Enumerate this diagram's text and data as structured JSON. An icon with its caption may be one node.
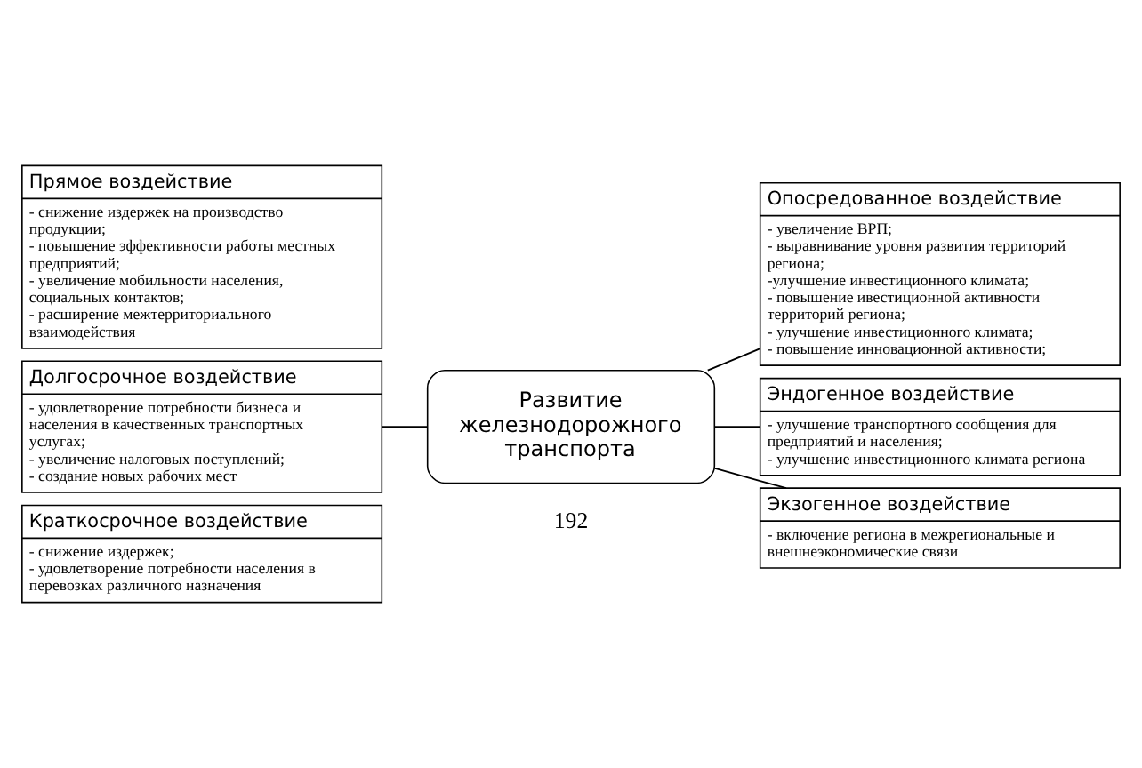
{
  "diagram": {
    "nodes": [
      {
        "text": [
          "Прямое воздействие",
          "- снижение издержек на производство продукции;",
          "- повышение эффективности работы местных предприятий;",
          "- увеличение мобильности населения, социальных контактов;",
          "- расширение межтерриториального взаимодействия"
        ]
      },
      {
        "text": [
          "Опосредованное воздействие",
          "- увеличение ВРП;",
          "- выравнивание уровня развития территорий региона;",
          "-улучшение инвестиционного климата;",
          "- повышение ивестиционной активности территорий региона;",
          "- улучшение инвестиционного климата;",
          "- повышение инновационной активности;"
        ]
      },
      {
        "text": [
          "Долгосрочное воздействие",
          "- удовлетворение потребности бизнеса и населения в качественных транспортных услугах;",
          "- увеличение налоговых поступлений;",
          "- создание новых рабочих мест"
        ]
      },
      {
        "text": [
          "Развитие железнодорожного транспорта"
        ]
      },
      {
        "text": [
          "Эндогенное воздействие",
          "- улучшение транспортного сообщения для предприятий и населения;",
          "- улучшение инвестиционного климата региона"
        ]
      },
      {
        "text": [
          "Краткосрочное воздействие",
          "- снижение издержек;",
          "- удовлетворение потребности населения в перевозках различного назначения"
        ]
      },
      {
        "text": [
          "Экзогенное воздействие",
          "- включение региона в межрегиональные и внешнеэкономические связи"
        ]
      }
    ],
    "edges": [
      {
        "from": 2,
        "to": 3,
        "arrow": "none"
      },
      {
        "from": 3,
        "to": 1,
        "arrow": "none"
      },
      {
        "from": 3,
        "to": 4,
        "arrow": "none"
      },
      {
        "from": 3,
        "to": 6,
        "arrow": "none"
      }
    ],
    "labels": [
      "192"
    ]
  }
}
